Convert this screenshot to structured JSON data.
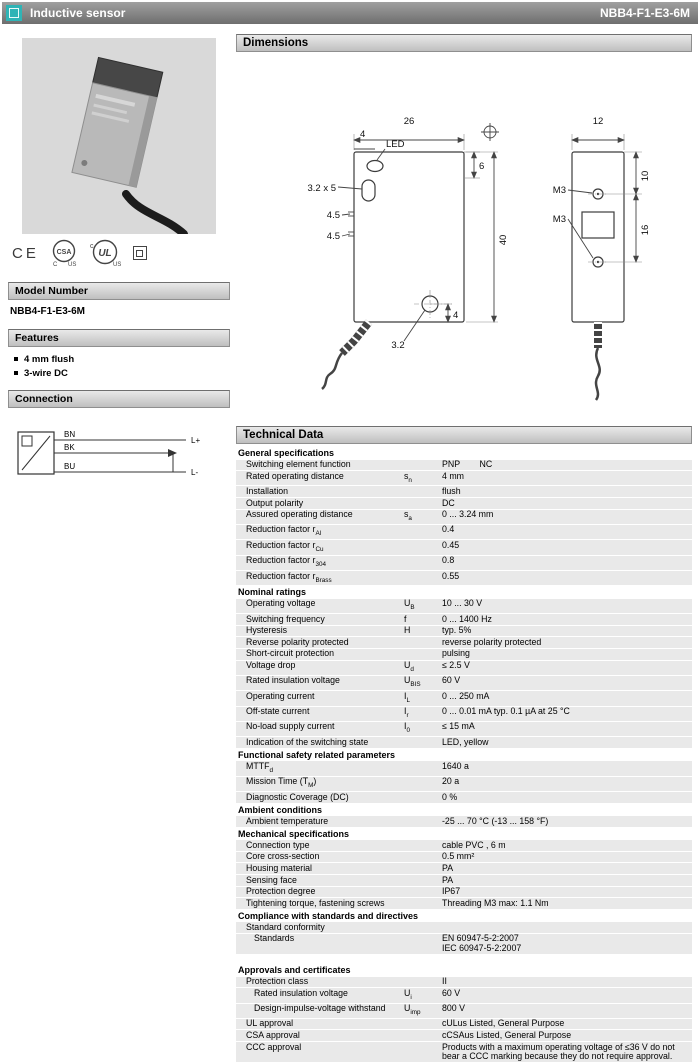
{
  "header": {
    "product_type": "Inductive sensor",
    "part_number": "NBB4-F1-E3-6M"
  },
  "left": {
    "certs": {
      "ce": "CE",
      "csa": "CSA",
      "ul": "UL",
      "ul_c": "c",
      "ul_us": "US"
    },
    "model_number": {
      "title": "Model Number",
      "value": "NBB4-F1-E3-6M"
    },
    "features": {
      "title": "Features",
      "items": [
        "4 mm flush",
        "3-wire DC"
      ]
    },
    "connection": {
      "title": "Connection",
      "bn": "BN",
      "bk": "BK",
      "bu": "BU",
      "lplus": "L+",
      "lminus": "L-"
    }
  },
  "dimensions": {
    "title": "Dimensions",
    "labels": {
      "front_width": "26",
      "front_led_offset": "4",
      "led": "LED",
      "slot": "3.2 x 5",
      "notch_a": "4.5",
      "notch_b": "4.5",
      "front_height": "40",
      "top_right": "6",
      "hole_dia": "3.2",
      "hole_offset": "4",
      "side_width": "12",
      "side_hole_top": "10",
      "side_hole_spacing": "16",
      "m3_top": "M3",
      "m3_bottom": "M3"
    }
  },
  "technical": {
    "title": "Technical Data",
    "sections": [
      {
        "header": "General specifications",
        "rows": [
          {
            "l1": "Switching element function",
            "v": "PNP        NC"
          },
          {
            "l1": "Rated operating distance",
            "sym": "s",
            "ss": "n",
            "v": "4 mm"
          },
          {
            "l1": "Installation",
            "v": "flush"
          },
          {
            "l1": "Output polarity",
            "v": "DC"
          },
          {
            "l1": "Assured operating distance",
            "sym": "s",
            "ss": "a",
            "v": "0 ... 3.24 mm"
          },
          {
            "l1": "Reduction factor r",
            "s1": "Al",
            "v": "0.4"
          },
          {
            "l1": "Reduction factor r",
            "s1": "Cu",
            "v": "0.45"
          },
          {
            "l1": "Reduction factor r",
            "s1": "304",
            "v": "0.8"
          },
          {
            "l1": "Reduction factor r",
            "s1": "Brass",
            "v": "0.55"
          }
        ]
      },
      {
        "header": "Nominal ratings",
        "rows": [
          {
            "l1": "Operating voltage",
            "sym": "U",
            "ss": "B",
            "v": "10 ... 30 V"
          },
          {
            "l1": "Switching frequency",
            "sym": "f",
            "v": "0 ... 1400 Hz"
          },
          {
            "l1": "Hysteresis",
            "sym": "H",
            "v": "typ. 5%"
          },
          {
            "l1": "Reverse polarity protected",
            "v": "reverse polarity protected"
          },
          {
            "l1": "Short-circuit protection",
            "v": "pulsing"
          },
          {
            "l1": "Voltage drop",
            "sym": "U",
            "ss": "d",
            "v": "≤ 2.5 V"
          },
          {
            "l1": "Rated insulation voltage",
            "sym": "U",
            "ss": "BIS",
            "v": "60 V"
          },
          {
            "l1": "Operating current",
            "sym": "I",
            "ss": "L",
            "v": "0 ... 250 mA"
          },
          {
            "l1": "Off-state current",
            "sym": "I",
            "ss": "r",
            "v": "0 ... 0.01 mA typ. 0.1 µA at 25 °C"
          },
          {
            "l1": "No-load supply current",
            "sym": "I",
            "ss": "0",
            "v": "≤ 15 mA"
          },
          {
            "l1": "Indication of the switching state",
            "v": "LED, yellow"
          }
        ]
      },
      {
        "header": "Functional safety related parameters",
        "rows": [
          {
            "l1": "MTTF",
            "s1": "d",
            "v": "1640 a"
          },
          {
            "l1": "Mission Time (T",
            "s1": "M",
            "l2": ")",
            "v": "20 a"
          },
          {
            "l1": "Diagnostic Coverage (DC)",
            "v": "0 %"
          }
        ]
      },
      {
        "header": "Ambient conditions",
        "rows": [
          {
            "l1": "Ambient temperature",
            "v": "-25 ... 70 °C (-13 ... 158 °F)"
          }
        ]
      },
      {
        "header": "Mechanical specifications",
        "rows": [
          {
            "l1": "Connection type",
            "v": "cable PVC , 6 m"
          },
          {
            "l1": "Core cross-section",
            "v": "0.5 mm²"
          },
          {
            "l1": "Housing material",
            "v": "PA"
          },
          {
            "l1": "Sensing face",
            "v": "PA"
          },
          {
            "l1": "Protection degree",
            "v": "IP67"
          },
          {
            "l1": "Tightening torque, fastening screws",
            "v": "Threading M3 max: 1.1 Nm"
          }
        ]
      },
      {
        "header": "Compliance with standards and directives",
        "rows": [
          {
            "l1": "Standard conformity",
            "v": ""
          },
          {
            "l1": "Standards",
            "indent": true,
            "v": "EN 60947-5-2:2007\nIEC 60947-5-2:2007"
          }
        ]
      },
      {
        "header": "Approvals and certificates",
        "gap": true,
        "rows": [
          {
            "l1": "Protection class",
            "v": "II"
          },
          {
            "l1": "Rated insulation voltage",
            "indent": true,
            "sym": "U",
            "ss": "i",
            "v": "60 V"
          },
          {
            "l1": "Design-impulse-voltage withstand",
            "indent": true,
            "sym": "U",
            "ss": "imp",
            "v": "800 V"
          },
          {
            "l1": "UL approval",
            "v": "cULus Listed, General Purpose"
          },
          {
            "l1": "CSA approval",
            "v": "cCSAus Listed, General Purpose"
          },
          {
            "l1": "CCC approval",
            "v": "Products with a maximum operating voltage of ≤36 V do not bear a CCC marking because they do not require approval."
          }
        ]
      }
    ]
  }
}
